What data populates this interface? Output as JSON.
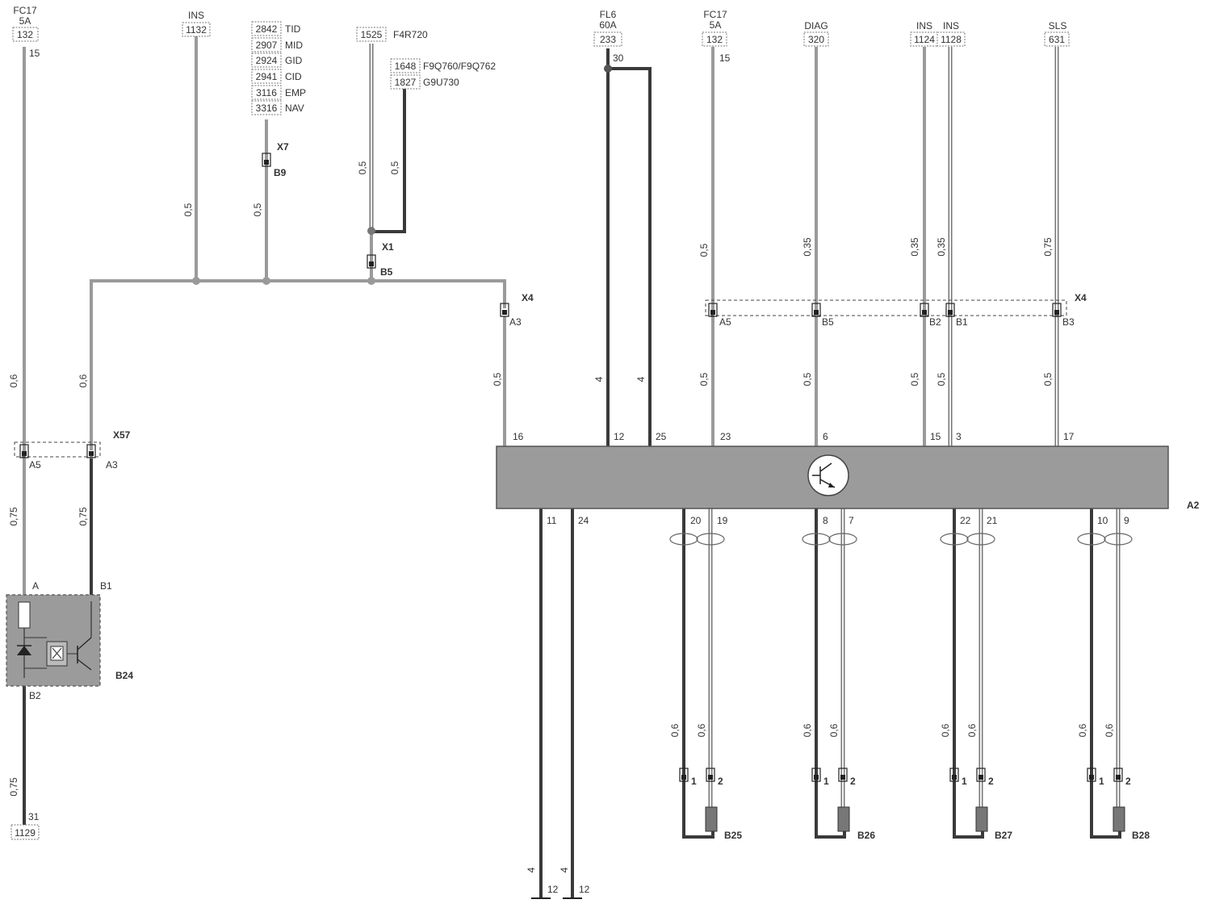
{
  "diagram_id": "A2",
  "top_labels": {
    "fc17_left": [
      "FC17",
      "5A"
    ],
    "ins_1132": "INS",
    "fl6": [
      "FL6",
      "60A"
    ],
    "fc17_right": [
      "FC17",
      "5A"
    ],
    "diag": "DIAG",
    "ins_1124": "INS",
    "ins_1128": "INS",
    "sls": "SLS"
  },
  "boxes": {
    "b132a": "132",
    "b1132": "1132",
    "b1525": "1525",
    "b1648": "1648",
    "b1827": "1827",
    "b233": "233",
    "b132b": "132",
    "b320": "320",
    "b1124": "1124",
    "b1128": "1128",
    "b631": "631",
    "b1129": "1129"
  },
  "code_list": [
    {
      "code": "2842",
      "name": "TID"
    },
    {
      "code": "2907",
      "name": "MID"
    },
    {
      "code": "2924",
      "name": "GID"
    },
    {
      "code": "2941",
      "name": "CID"
    },
    {
      "code": "3116",
      "name": "EMP"
    },
    {
      "code": "3316",
      "name": "NAV"
    }
  ],
  "aux_labels": {
    "f4r720": "F4R720",
    "f9q": "F9Q760/F9Q762",
    "g9u": "G9U730"
  },
  "pins": {
    "p15a": "15",
    "p30": "30",
    "p15b": "15",
    "p31": "31",
    "e16": "16",
    "e12": "12",
    "e25": "25",
    "e23": "23",
    "e6": "6",
    "e15": "15",
    "e3": "3",
    "e17": "17",
    "e11": "11",
    "e24": "24",
    "e20": "20",
    "e19": "19",
    "e8": "8",
    "e7": "7",
    "e22": "22",
    "e21": "21",
    "e10": "10",
    "e9": "9",
    "g12a": "12",
    "g12b": "12"
  },
  "connectors": {
    "x7": "X7",
    "b9": "B9",
    "x1": "X1",
    "b5": "B5",
    "x4a": "X4",
    "a3x4": "A3",
    "x4b": "X4",
    "a5x4": "A5",
    "b5x4": "B5",
    "b2x4": "B2",
    "b1x4": "B1",
    "b3x4": "B3",
    "x57": "X57",
    "a5x57": "A5",
    "a3x57": "A3",
    "b24_a": "A",
    "b24_b1": "B1",
    "b24_b2": "B2",
    "b24": "B24",
    "a2": "A2",
    "b25": "B25",
    "b26": "B26",
    "b27": "B27",
    "b28": "B28"
  },
  "sensor_pins": [
    "1",
    "2"
  ],
  "wire_sizes": {
    "w1": "0,6",
    "w2": "0,75",
    "w3": "0,75",
    "w4": "0,6",
    "w5": "0,75",
    "w6": "0,5",
    "w7": "0,5",
    "w8": "0,5",
    "w9": "0,5",
    "w10": "0,5",
    "w11": "4",
    "w12": "4",
    "w13": "0,5",
    "w14": "0,5",
    "w15": "0,35",
    "w16": "0,5",
    "w17": "0,35",
    "w18": "0,35",
    "w19": "0,5",
    "w20": "0,5",
    "w21": "0,75",
    "w22": "0,5",
    "s1": "0,6",
    "s2": "0,6",
    "s3": "0,6",
    "s4": "0,6",
    "s5": "0,6",
    "s6": "0,6",
    "s7": "0,6",
    "s8": "0,6",
    "g1": "4",
    "g2": "4"
  },
  "colors": {
    "wire_gray": "#9a9a9a",
    "wire_dark": "#3a3a3a",
    "ecu_fill": "#9b9b9b"
  }
}
